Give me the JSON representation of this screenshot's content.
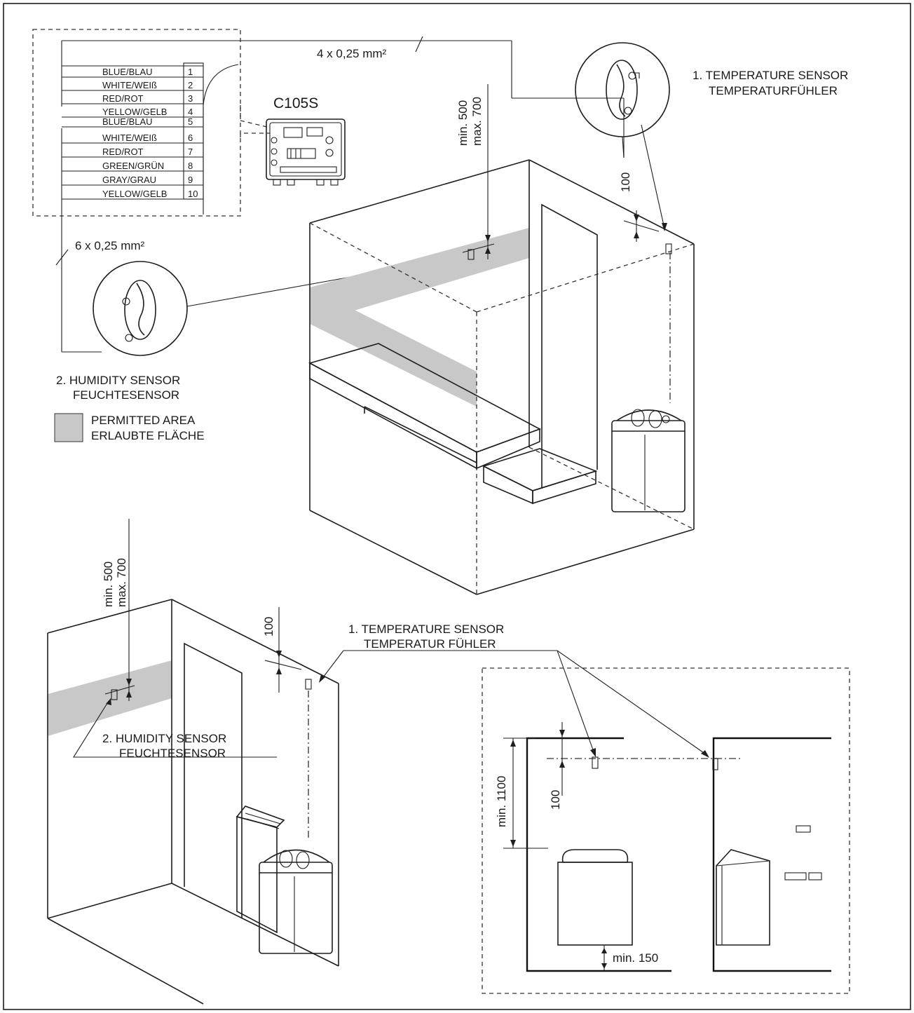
{
  "controller": {
    "model": "C105S"
  },
  "terminals": [
    {
      "num": "1",
      "label": "BLUE/BLAU"
    },
    {
      "num": "2",
      "label": "WHITE/WEIß"
    },
    {
      "num": "3",
      "label": "RED/ROT"
    },
    {
      "num": "4",
      "label": "YELLOW/GELB"
    },
    {
      "num": "5",
      "label": "BLUE/BLAU"
    },
    {
      "num": "6",
      "label": "WHITE/WEIß"
    },
    {
      "num": "7",
      "label": "RED/ROT"
    },
    {
      "num": "8",
      "label": "GREEN/GRÜN"
    },
    {
      "num": "9",
      "label": "GRAY/GRAU"
    },
    {
      "num": "10",
      "label": "YELLOW/GELB"
    }
  ],
  "cables": {
    "four_wire": "4 x 0,25 mm²",
    "six_wire": "6 x 0,25 mm²"
  },
  "temperature_sensor": {
    "line1": "1. TEMPERATURE SENSOR",
    "line2": "TEMPERATURFÜHLER",
    "line2_alt": "TEMPERATUR FÜHLER"
  },
  "humidity_sensor": {
    "line1": "2. HUMIDITY SENSOR",
    "line2": "FEUCHTESENSOR"
  },
  "legend": {
    "line1": "PERMITTED AREA",
    "line2": "ERLAUBTE FLÄCHE",
    "swatch_color": "#c8c8c8"
  },
  "dimensions": {
    "min500": "min. 500",
    "max700": "max. 700",
    "d100": "100",
    "min1100": "min. 1100",
    "min150": "min. 150"
  }
}
